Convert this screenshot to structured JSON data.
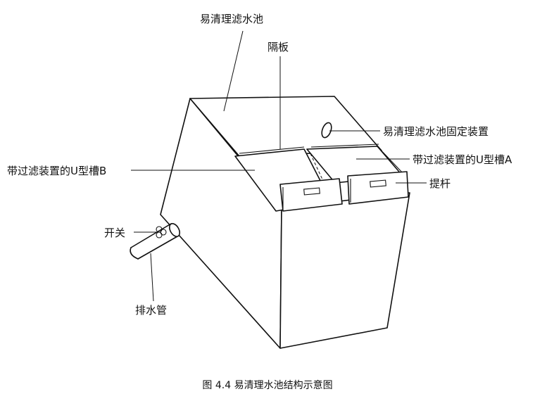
{
  "labels": {
    "tank": "易清理滤水池",
    "partition": "隔板",
    "fixing_device": "易清理滤水池固定装置",
    "u_trough_a": "带过滤装置的U型槽A",
    "u_trough_b": "带过滤装置的U型槽B",
    "lever": "提杆",
    "switch": "开关",
    "drain_pipe": "排水管"
  },
  "caption": "图 4.4  易清理水池结构示意图"
}
